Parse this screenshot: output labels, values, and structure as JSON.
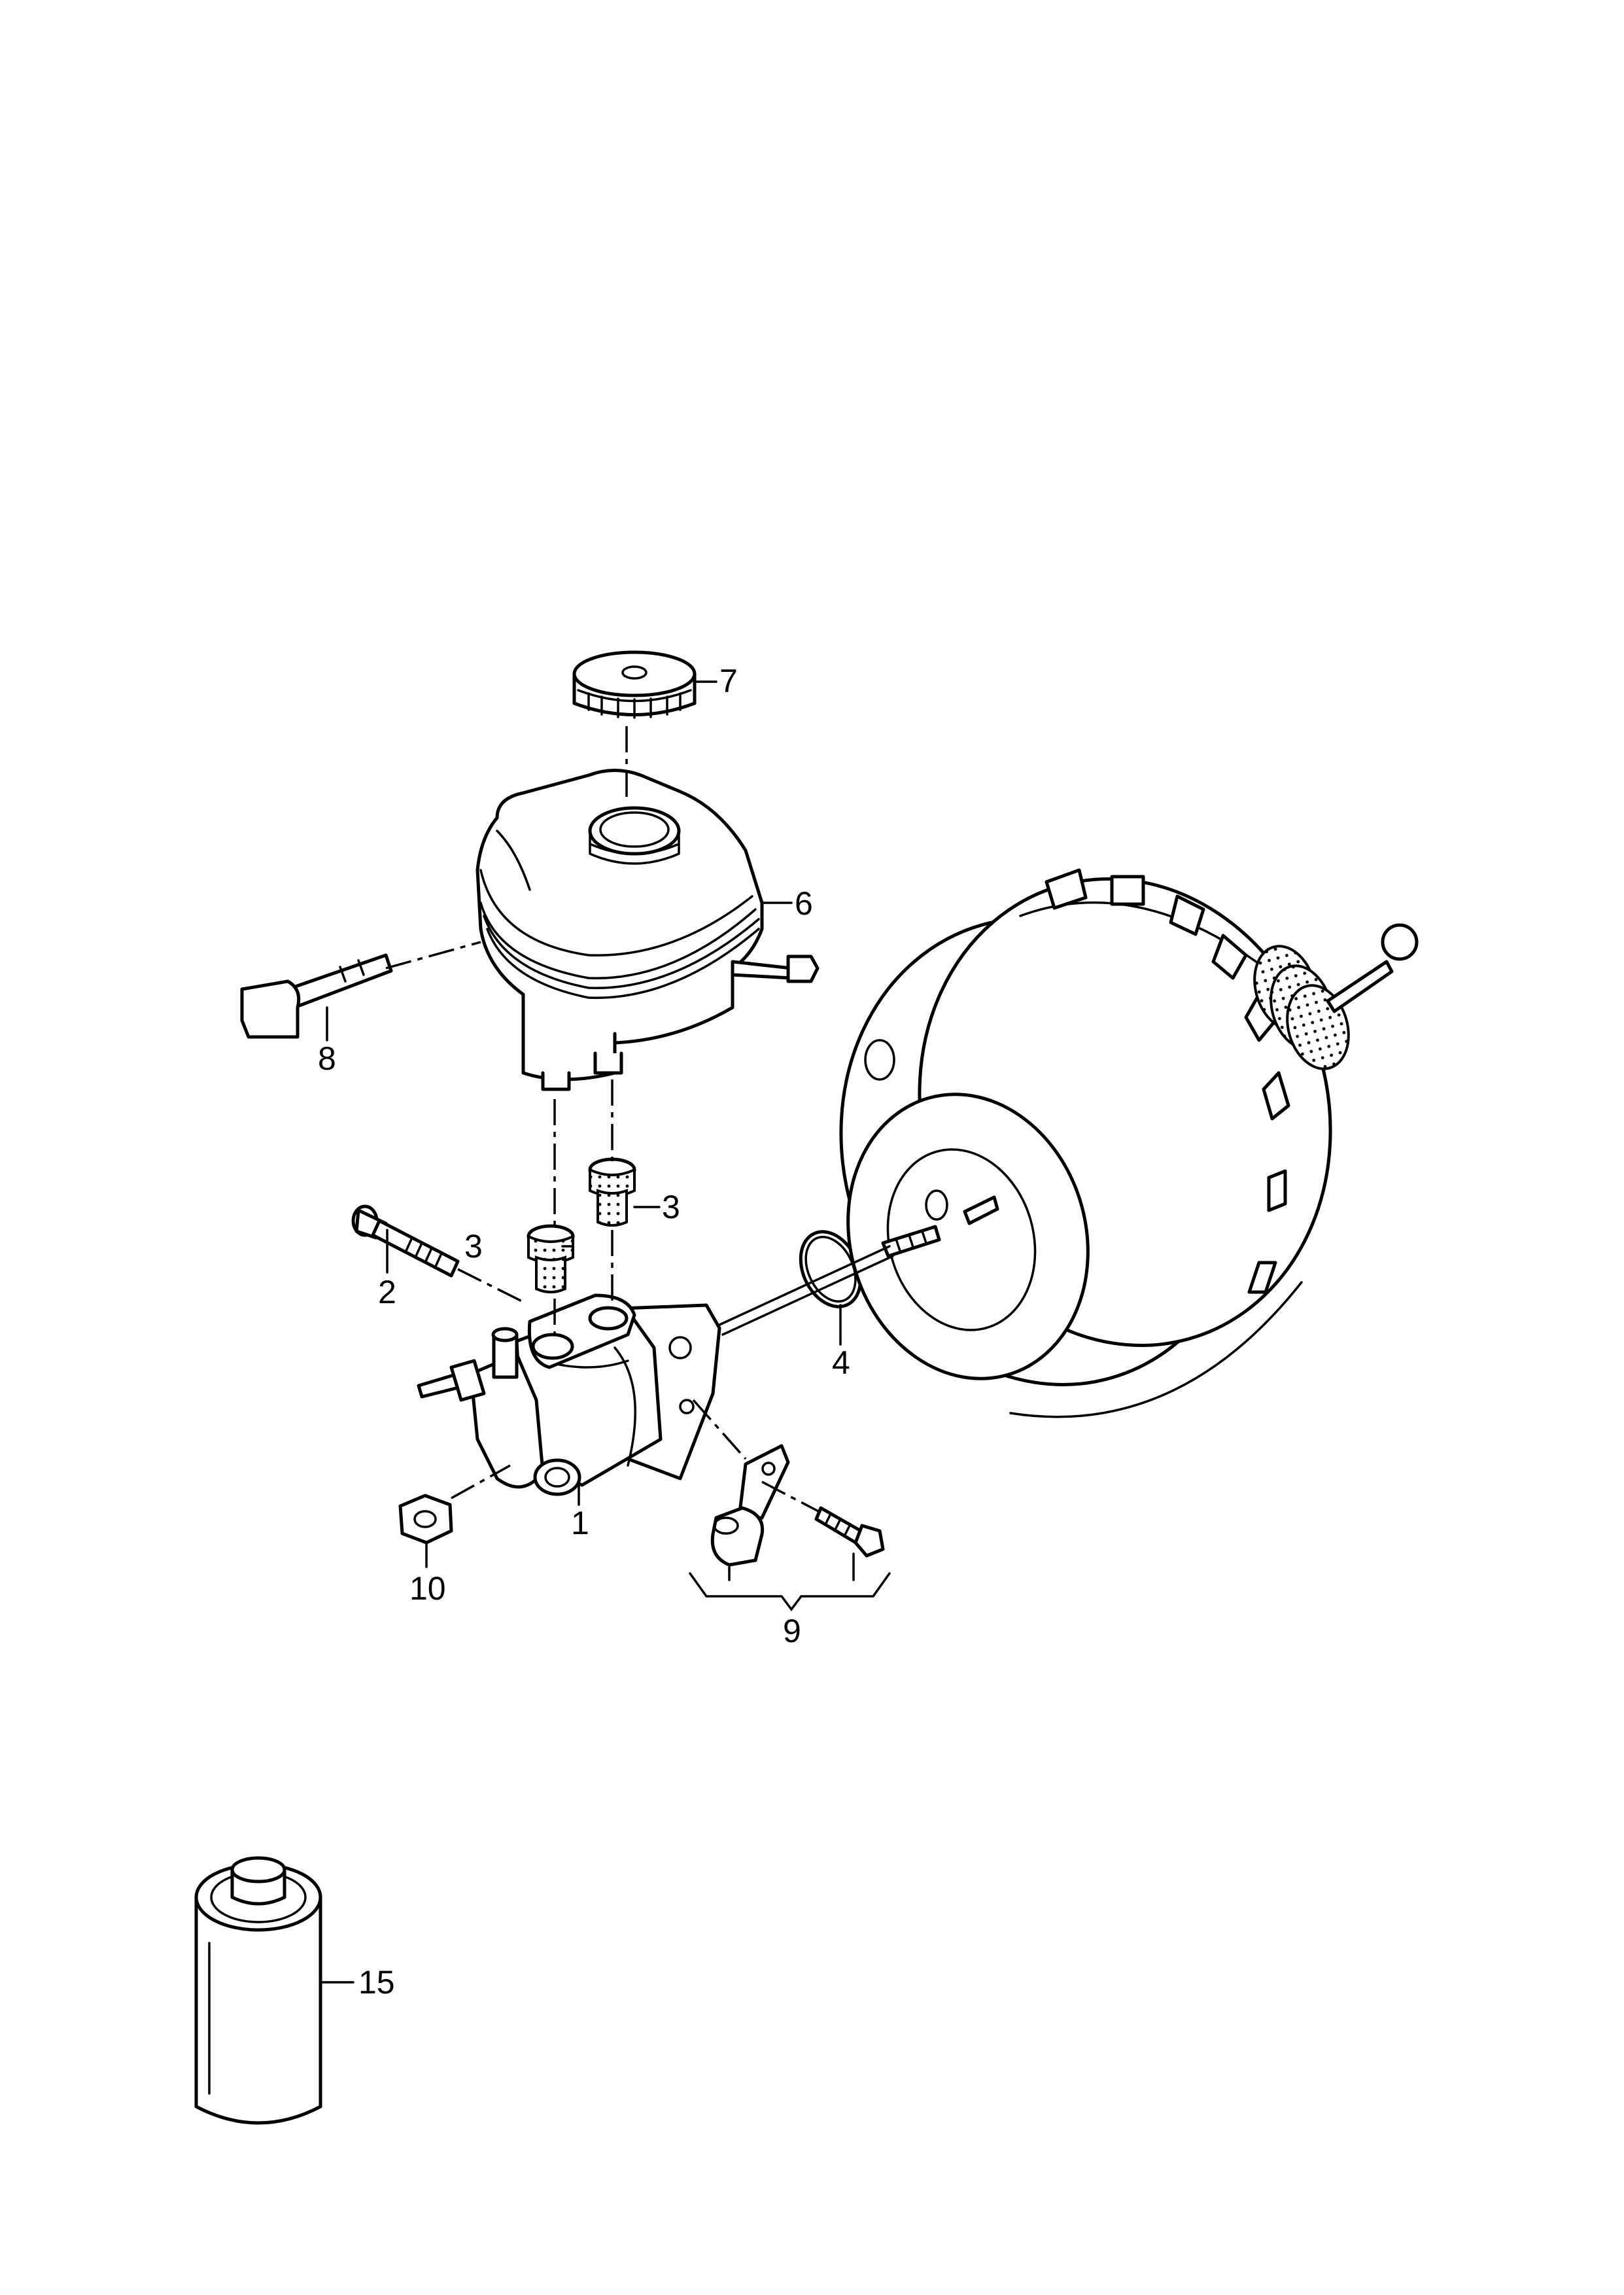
{
  "callouts": {
    "c1": "1",
    "c2": "2",
    "c3a": "3",
    "c3b": "3",
    "c4": "4",
    "c6": "6",
    "c7": "7",
    "c8": "8",
    "c9": "9",
    "c10": "10",
    "c15": "15"
  },
  "colors": {
    "line": "#000000",
    "background": "#ffffff"
  }
}
